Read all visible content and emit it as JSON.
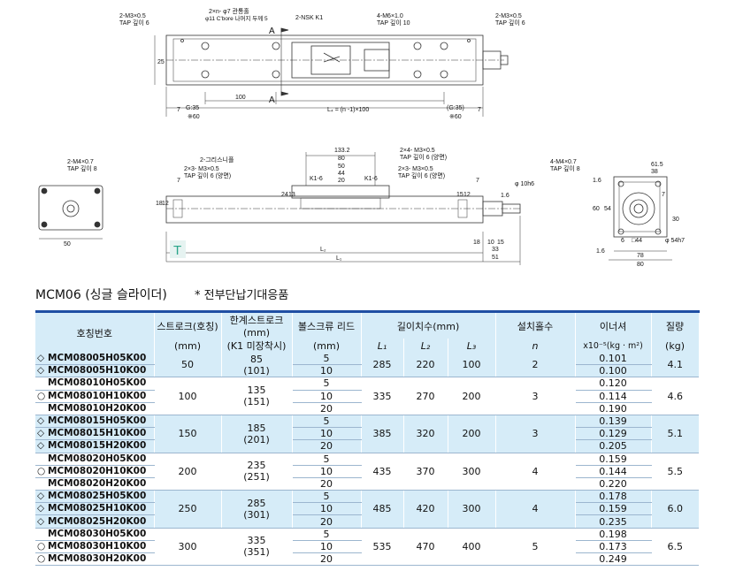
{
  "drawing": {
    "top_labels": {
      "m3_left": "2-M3×0.5",
      "tap_left": "TAP 깊이 6",
      "counterbore": "2×n- φ7 관통홀",
      "counterbore_2": "φ11 C'bore 나머지 두께 5",
      "nsk": "2-NSK K1",
      "m6": "4-M6×1.0",
      "tap10": "TAP 깊이 10",
      "m3_right": "2-M3×0.5",
      "tap_right": "TAP 깊이 6",
      "dim_25": "25",
      "dim_100": "100",
      "dim_l4": "L₄ = (n -1)×100",
      "dim_g35_left": "G:35",
      "dim_g35_right": "(G:35)",
      "dim_60_left": "※60",
      "dim_60_right": "※60",
      "dim_7_left": "7",
      "dim_7_right": "7",
      "section_a": "A"
    },
    "side_labels": {
      "m4_left": "2-M4×0.7",
      "tap8_left": "TAP 깊이 8",
      "grease": "2-그리스니플",
      "m3_a": "2×3- M3×0.5",
      "tap6_a": "TAP 깊이 6 (양면)",
      "m3_b": "2×4- M3×0.5",
      "tap6_b": "TAP 깊이 6 (양면)",
      "m3_c": "2×3- M3×0.5",
      "tap6_c": "TAP 깊이 6 (양면)",
      "d133": "133.2",
      "d80": "80",
      "d50": "50",
      "d44": "44",
      "d20": "20",
      "k1_6_left": "K1-6",
      "k1_6_right": "K1-6",
      "d18": "18",
      "d12": "12",
      "d24": "24",
      "d13": "13",
      "d16": "1.6",
      "d10h6": "φ 10h6",
      "d15": "15",
      "d12b": "12",
      "d7a": "7",
      "d7b": "7",
      "d50_end": "50",
      "d18b": "18",
      "d1015": "10",
      "d15b": "15",
      "d33": "33",
      "d51": "51",
      "l2": "L₂",
      "l1": "L₁",
      "logo": "T"
    },
    "end_labels": {
      "m4_right": "4-M4×0.7",
      "tap8_right": "TAP 깊이 8",
      "d615": "61.5",
      "d38": "38",
      "d16a": "1.6",
      "d60": "60",
      "d54": "54",
      "d7": "7",
      "d30": "30",
      "d44sq": "□44",
      "d54h7": "φ 54h7",
      "d6": "6",
      "d78": "78",
      "d80": "80",
      "d16b": "1.6"
    }
  },
  "heading": {
    "title": "MCM06 (싱글 슬라이더)",
    "note": "*  전부단납기대응품"
  },
  "table": {
    "headers_top": [
      "호칭번호",
      "스트로크(호칭)",
      "한계스트로크(mm)",
      "볼스크류 리드",
      "길이치수(mm)",
      "설치홀수",
      "이너셔",
      "질량"
    ],
    "headers_sub": [
      "(mm)",
      "(K1 미장착시)",
      "(mm)",
      "L₁",
      "L₂",
      "L₃",
      "n",
      "x10⁻⁵(kg · m²)",
      "(kg)"
    ],
    "groups": [
      {
        "stroke": "50",
        "limit": "85",
        "limit_k1": "(101)",
        "L1": "285",
        "L2": "220",
        "L3": "100",
        "n": "2",
        "mass": "4.1",
        "shade": true,
        "rows": [
          {
            "mark": "◇",
            "model": "MCM08005H05K00",
            "lead": "5",
            "inertia": "0.101"
          },
          {
            "mark": "◇",
            "model": "MCM08005H10K00",
            "lead": "10",
            "inertia": "0.100"
          }
        ]
      },
      {
        "stroke": "100",
        "limit": "135",
        "limit_k1": "(151)",
        "L1": "335",
        "L2": "270",
        "L3": "200",
        "n": "3",
        "mass": "4.6",
        "shade": false,
        "rows": [
          {
            "mark": "",
            "model": "MCM08010H05K00",
            "lead": "5",
            "inertia": "0.120"
          },
          {
            "mark": "○",
            "model": "MCM08010H10K00",
            "lead": "10",
            "inertia": "0.114"
          },
          {
            "mark": "",
            "model": "MCM08010H20K00",
            "lead": "20",
            "inertia": "0.190"
          }
        ]
      },
      {
        "stroke": "150",
        "limit": "185",
        "limit_k1": "(201)",
        "L1": "385",
        "L2": "320",
        "L3": "200",
        "n": "3",
        "mass": "5.1",
        "shade": true,
        "rows": [
          {
            "mark": "◇",
            "model": "MCM08015H05K00",
            "lead": "5",
            "inertia": "0.139"
          },
          {
            "mark": "◇",
            "model": "MCM08015H10K00",
            "lead": "10",
            "inertia": "0.129"
          },
          {
            "mark": "◇",
            "model": "MCM08015H20K00",
            "lead": "20",
            "inertia": "0.205"
          }
        ]
      },
      {
        "stroke": "200",
        "limit": "235",
        "limit_k1": "(251)",
        "L1": "435",
        "L2": "370",
        "L3": "300",
        "n": "4",
        "mass": "5.5",
        "shade": false,
        "rows": [
          {
            "mark": "",
            "model": "MCM08020H05K00",
            "lead": "5",
            "inertia": "0.159"
          },
          {
            "mark": "○",
            "model": "MCM08020H10K00",
            "lead": "10",
            "inertia": "0.144"
          },
          {
            "mark": "",
            "model": "MCM08020H20K00",
            "lead": "20",
            "inertia": "0.220"
          }
        ]
      },
      {
        "stroke": "250",
        "limit": "285",
        "limit_k1": "(301)",
        "L1": "485",
        "L2": "420",
        "L3": "300",
        "n": "4",
        "mass": "6.0",
        "shade": true,
        "rows": [
          {
            "mark": "◇",
            "model": "MCM08025H05K00",
            "lead": "5",
            "inertia": "0.178"
          },
          {
            "mark": "◇",
            "model": "MCM08025H10K00",
            "lead": "10",
            "inertia": "0.159"
          },
          {
            "mark": "◇",
            "model": "MCM08025H20K00",
            "lead": "20",
            "inertia": "0.235"
          }
        ]
      },
      {
        "stroke": "300",
        "limit": "335",
        "limit_k1": "(351)",
        "L1": "535",
        "L2": "470",
        "L3": "400",
        "n": "5",
        "mass": "6.5",
        "shade": false,
        "rows": [
          {
            "mark": "",
            "model": "MCM08030H05K00",
            "lead": "5",
            "inertia": "0.198"
          },
          {
            "mark": "○",
            "model": "MCM08030H10K00",
            "lead": "10",
            "inertia": "0.173"
          },
          {
            "mark": "○",
            "model": "MCM08030H20K00",
            "lead": "20",
            "inertia": "0.249"
          }
        ]
      }
    ]
  }
}
